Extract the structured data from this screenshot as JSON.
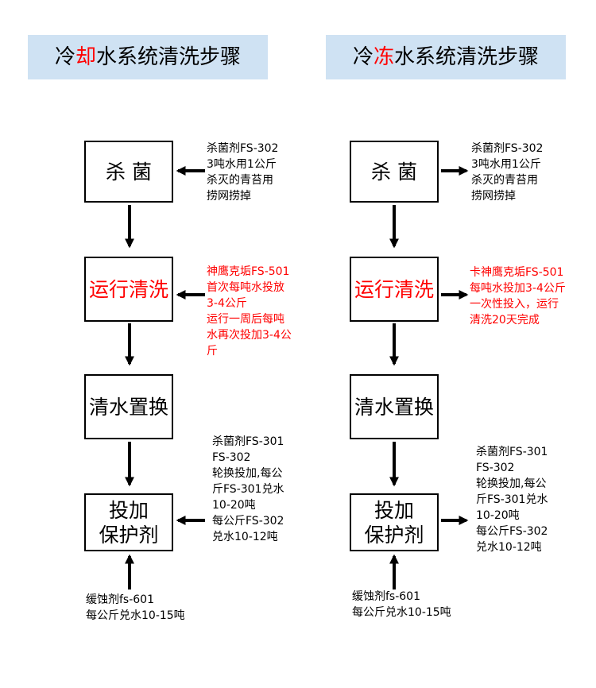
{
  "colors": {
    "banner_bg": "#cfe2f3",
    "accent_red": "#ff0000",
    "box_border": "#000000"
  },
  "left": {
    "title_pre": "冷",
    "title_red": "却",
    "title_post": "水系统清洗步骤",
    "steps": [
      "杀 菌",
      "运行清洗",
      "清水置换",
      "投加\n保护剂"
    ],
    "notes": {
      "sterilize": "杀菌剂FS-302\n3吨水用1公斤\n杀灭的青苔用\n捞网捞掉",
      "clean": "神鹰克垢FS-501\n首次每吨水投放\n3-4公斤\n运行一周后每吨\n水再次投加3-4公\n斤",
      "protect": "杀菌剂FS-301\nFS-302\n轮换投加,每公\n斤FS-301兑水\n10-20吨\n每公斤FS-302\n兑水10-12吨",
      "inhibitor": "缓蚀剂fs-601\n每公斤兑水10-15吨"
    }
  },
  "right": {
    "title_pre": "冷",
    "title_red": "冻",
    "title_post": "水系统清洗步骤",
    "steps": [
      "杀 菌",
      "运行清洗",
      "清水置换",
      "投加\n保护剂"
    ],
    "notes": {
      "sterilize": "杀菌剂FS-302\n3吨水用1公斤\n杀灭的青苔用\n捞网捞掉",
      "clean": "卡神鹰克垢FS-501\n每吨水投加3-4公斤\n一次性投入，运行\n清洗20天完成",
      "protect": "杀菌剂FS-301\nFS-302\n轮换投加,每公\n斤FS-301兑水\n10-20吨\n每公斤FS-302\n兑水10-12吨",
      "inhibitor": "缓蚀剂fs-601\n每公斤兑水10-15吨"
    }
  }
}
